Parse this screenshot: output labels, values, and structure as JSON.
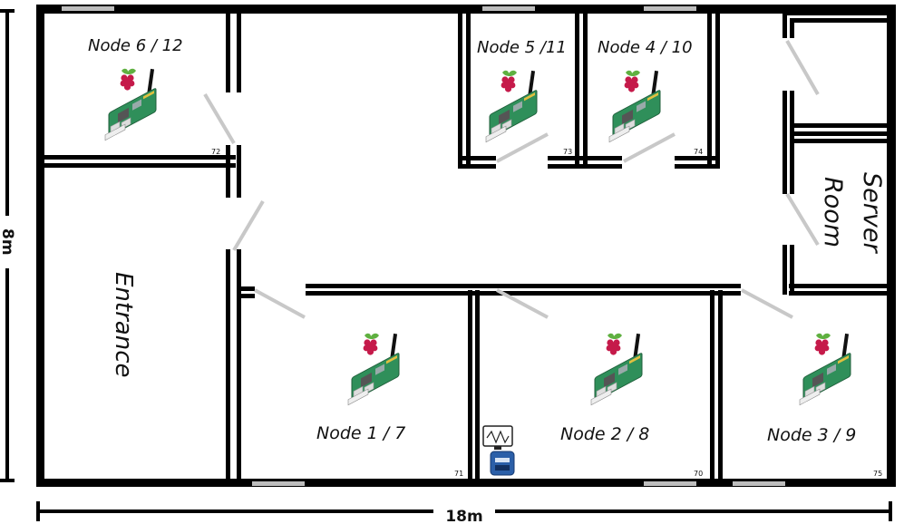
{
  "dimensions": {
    "width_label": "18m",
    "height_label": "8m"
  },
  "rooms": {
    "node6": {
      "label": "Node 6 / 12",
      "number": "72"
    },
    "node5": {
      "label": "Node 5 /11",
      "number": "73"
    },
    "node4": {
      "label": "Node 4 / 10",
      "number": "74"
    },
    "node1": {
      "label": "Node 1 / 7",
      "number": "71"
    },
    "node2": {
      "label": "Node 2 / 8",
      "number": "70"
    },
    "node3": {
      "label": "Node 3 / 9",
      "number": "75"
    },
    "entrance": {
      "label": "Entrance"
    },
    "server": {
      "label_line1": "Server",
      "label_line2": "Room"
    }
  },
  "icons": {
    "board": "raspberry-pi-board-icon",
    "sniffer": "sniffer-device-icon"
  },
  "colors": {
    "wall": "#000000",
    "window": "#bdbdbd",
    "door": "#c8c8c8",
    "board_green": "#2f8f5a",
    "raspberry_red": "#c51a4a",
    "leaf_green": "#5fb040"
  }
}
